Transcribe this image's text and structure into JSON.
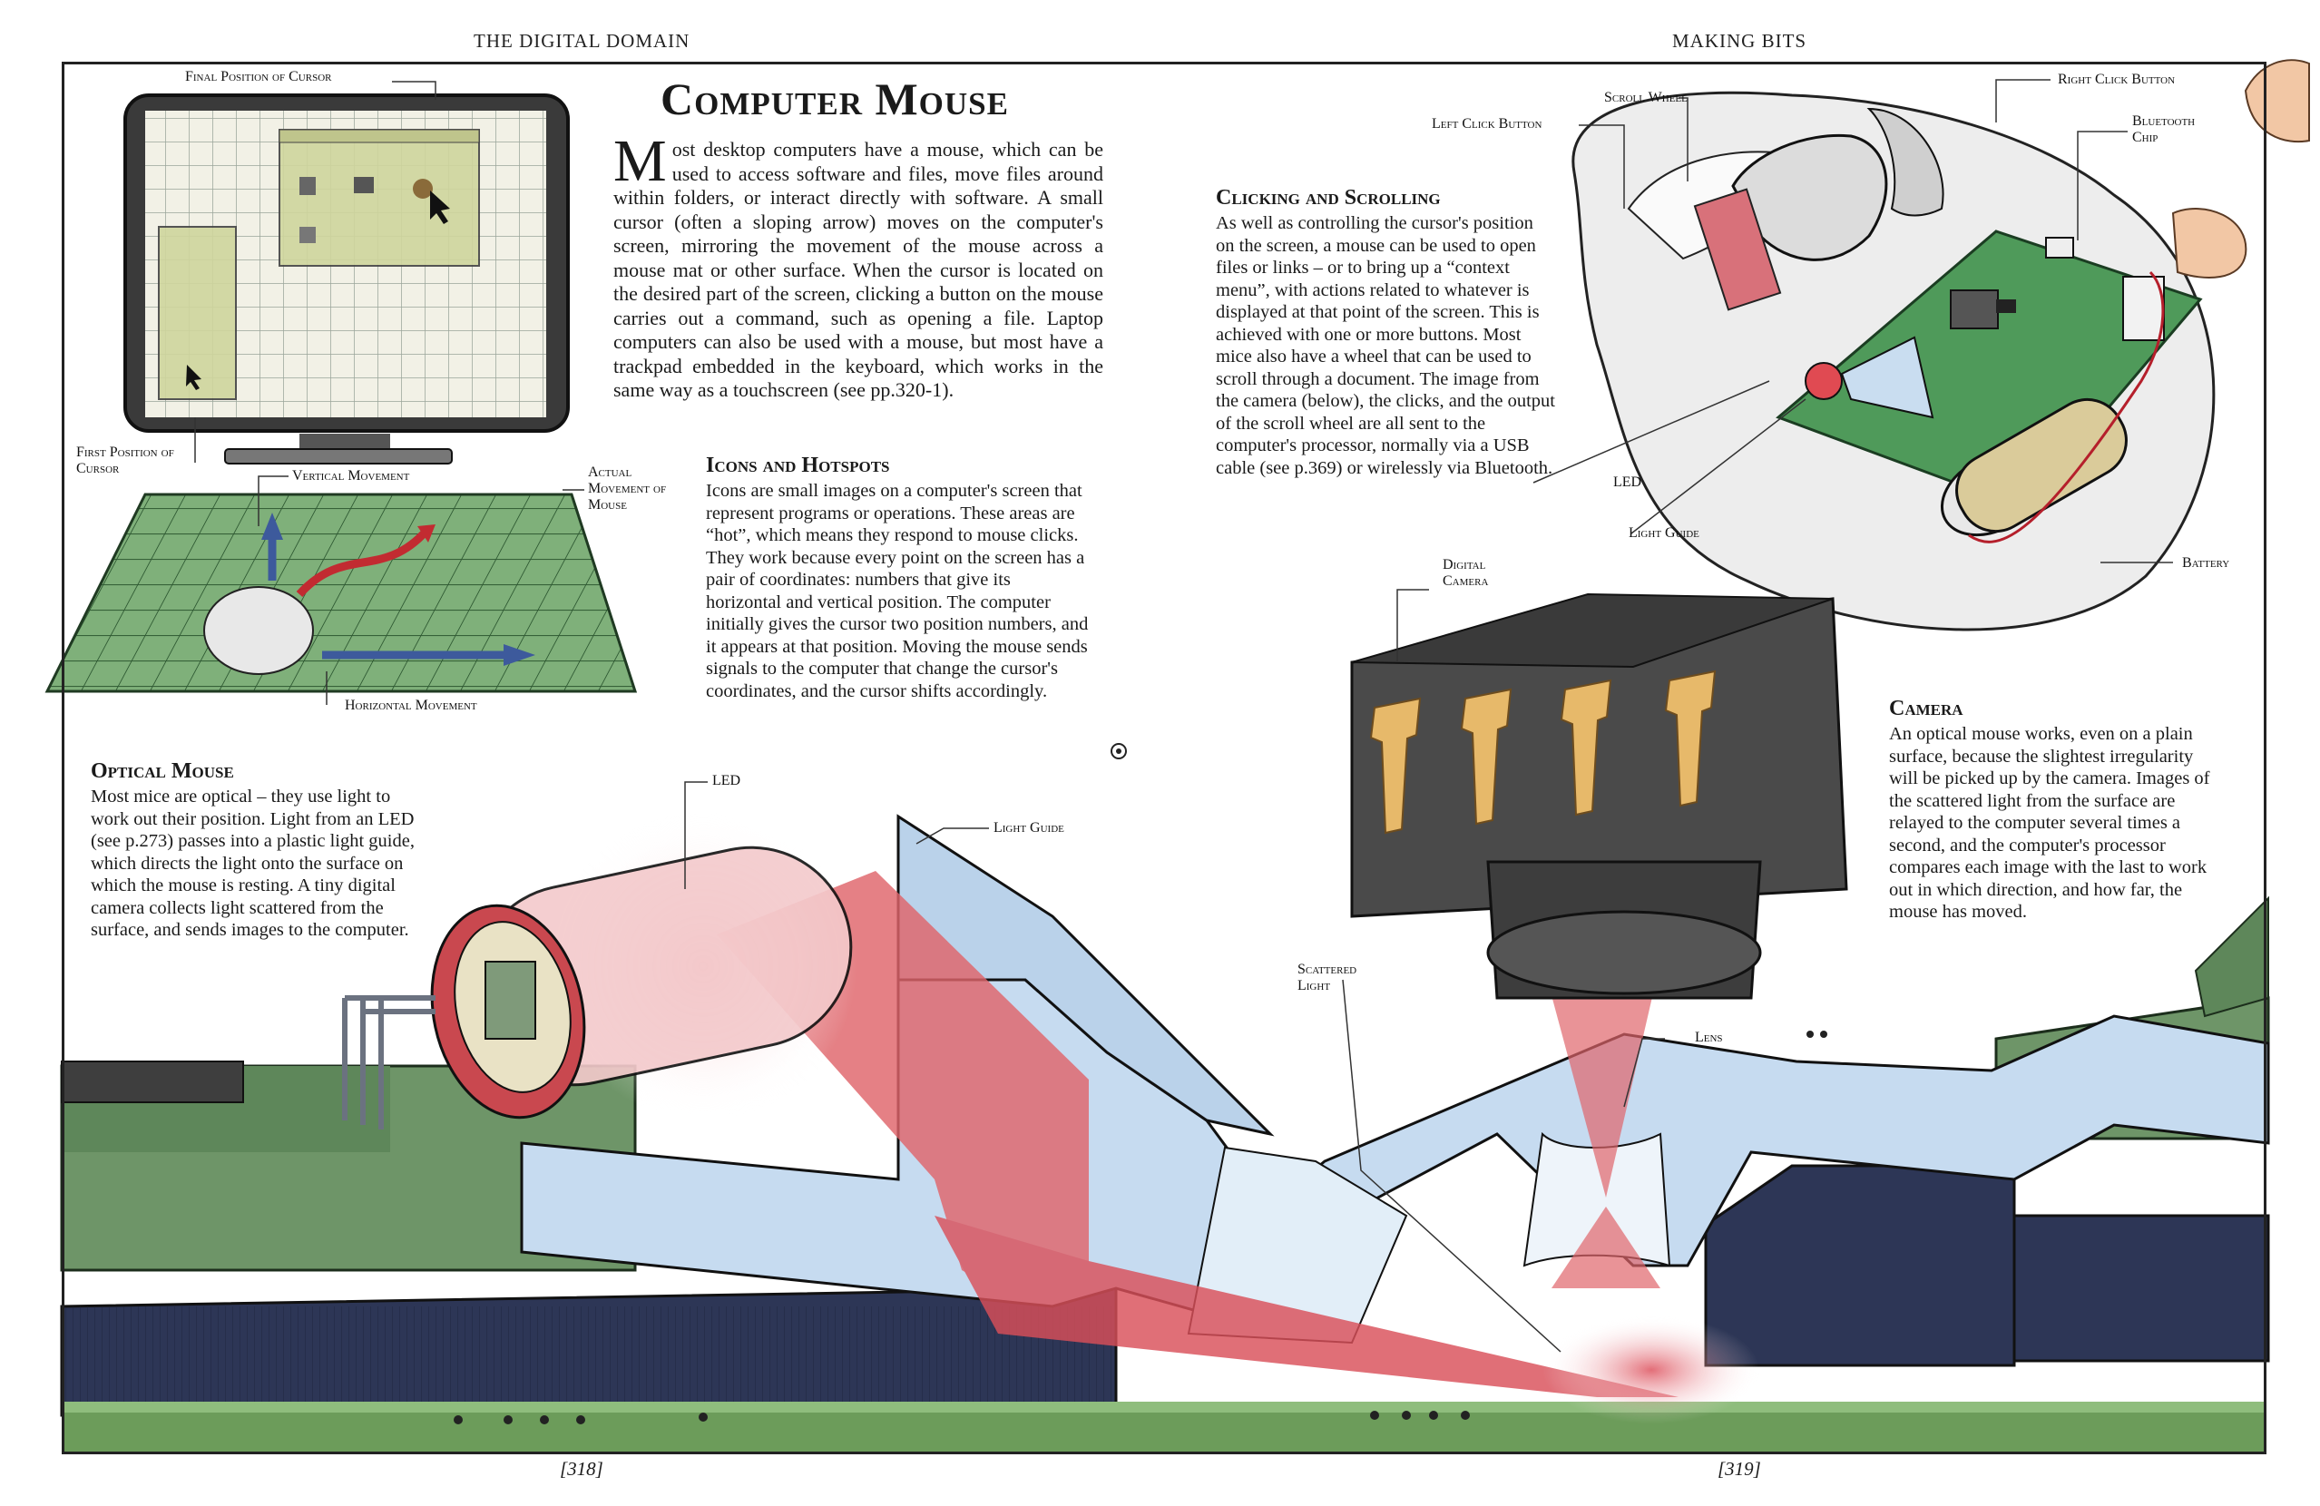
{
  "running_heads": {
    "left": "THE DIGITAL DOMAIN",
    "right": "MAKING BITS"
  },
  "title": "Computer Mouse",
  "intro": "Most desktop computers have a mouse, which can be used to access software and files, move files around within folders, or interact directly with software. A small cursor (often a sloping arrow) moves on the computer's screen, mirroring the movement of the mouse across a mouse mat or other surface. When the cursor is located on the desired part of the screen, clicking a button on the mouse carries out a command, such as opening a file. Laptop computers can also be used with a mouse, but most have a trackpad embedded in the keyboard, which works in the same way as a touchscreen (see pp.320-1).",
  "sections": {
    "icons": {
      "heading": "Icons and Hotspots",
      "text": "Icons are small images on a computer's screen that represent programs or operations. These areas are “hot”, which means they respond to mouse clicks. They work because every point on the screen has a pair of coordinates: numbers that give its horizontal and vertical position. The computer initially gives the cursor two position numbers, and it appears at that position. Moving the mouse sends signals to the computer that change the cursor's coordinates, and the cursor shifts accordingly."
    },
    "clicking": {
      "heading": "Clicking and Scrolling",
      "text": "As well as controlling the cursor's position on the screen, a mouse can be used to open files or links – or to bring up a “context menu”, with actions related to whatever is displayed at that point of the screen. This is achieved with one or more buttons. Most mice also have a wheel that can be used to scroll through a document. The image from the camera (below), the clicks, and the output of the scroll wheel are all sent to the computer's processor, normally via a USB cable (see p.369) or wirelessly via Bluetooth."
    },
    "optical": {
      "heading": "Optical Mouse",
      "text": "Most mice are optical – they use light to work out their position. Light from an LED (see p.273) passes into a plastic light guide, which directs the light onto the surface on which the mouse is resting. A tiny digital camera collects light scattered from the surface, and sends images to the computer."
    },
    "camera": {
      "heading": "Camera",
      "text": "An optical mouse works, even on a plain surface, because the slightest irregularity will be picked up by the camera. Images of the scattered light from the surface are relayed to the computer several times a second, and the computer's processor compares each image with the last to work out in which direction, and how far, the mouse has moved."
    }
  },
  "labels": {
    "final_position": "Final Position of Cursor",
    "first_position": "First Position of Cursor",
    "vertical_movement": "Vertical Movement",
    "actual_movement": "Actual Movement of Mouse",
    "horizontal_movement": "Horizontal Movement",
    "scroll_wheel": "Scroll Wheel",
    "left_click": "Left Click Button",
    "right_click": "Right Click Button",
    "bluetooth_chip": "Bluetooth Chip",
    "led_top": "LED",
    "light_guide_top": "Light Guide",
    "battery": "Battery",
    "digital_camera": "Digital Camera",
    "led_main": "LED",
    "light_guide_main": "Light Guide",
    "scattered_light": "Scattered Light",
    "lens": "Lens"
  },
  "folios": {
    "left": "[318]",
    "right": "[319]"
  },
  "colors": {
    "grid_green": "#6fa46a",
    "screen_bg": "#f2f1e6",
    "guide_blue": "#c6dbf0",
    "light_red": "#e0656b",
    "dark_navy": "#2d3656",
    "hedge_green": "#6e9568",
    "chip_gold": "#e7b96a",
    "pcb_green": "#4f9a5a"
  }
}
